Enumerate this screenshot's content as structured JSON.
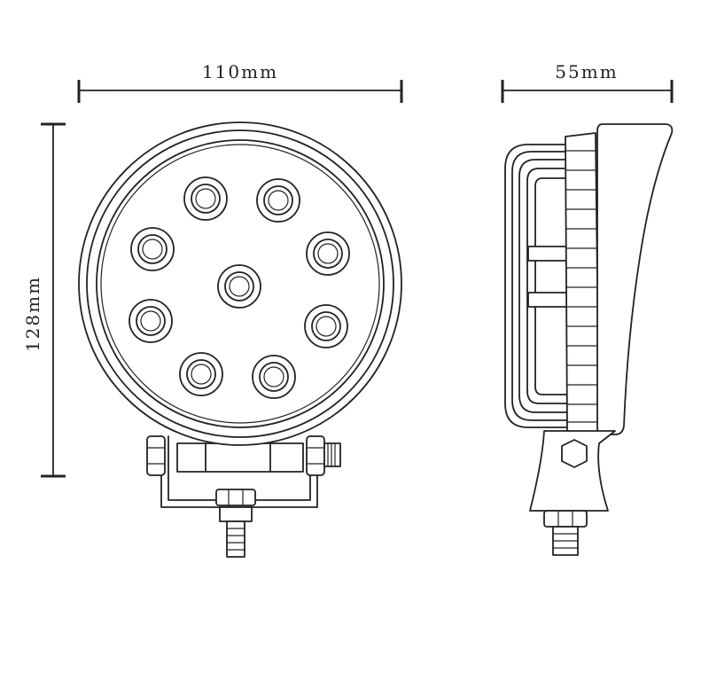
{
  "dimensions": {
    "width_label": "110mm",
    "depth_label": "55mm",
    "height_label": "128mm"
  },
  "led_count": 9,
  "colors": {
    "line": "#222222",
    "background": "#ffffff"
  }
}
